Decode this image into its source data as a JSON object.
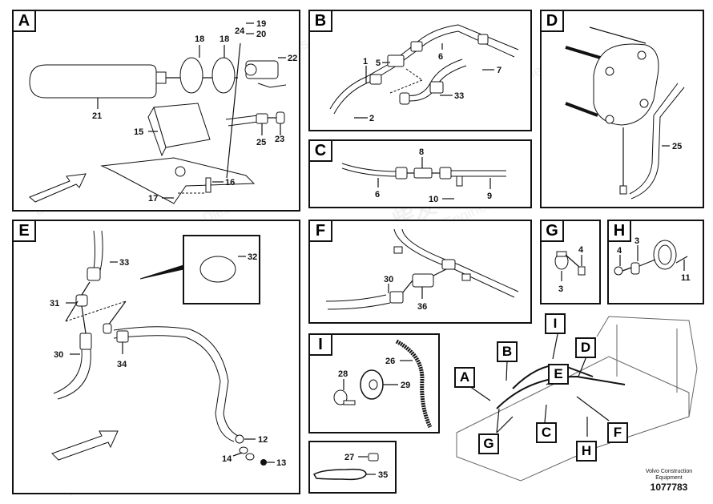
{
  "watermark": {
    "brand_cn": "柴发动力",
    "brand_en": "Diesel-Engines"
  },
  "panels": {
    "A": {
      "label": "A",
      "callouts": [
        "21",
        "18",
        "18",
        "24",
        "19",
        "20",
        "22",
        "15",
        "25",
        "23",
        "16",
        "17"
      ]
    },
    "B": {
      "label": "B",
      "callouts": [
        "1",
        "5",
        "6",
        "7",
        "33",
        "2"
      ]
    },
    "C": {
      "label": "C",
      "callouts": [
        "8",
        "6",
        "10",
        "9"
      ]
    },
    "D": {
      "label": "D",
      "callouts": [
        "25"
      ]
    },
    "E": {
      "label": "E",
      "callouts": [
        "33",
        "32",
        "31",
        "30",
        "34",
        "12",
        "14",
        "13"
      ]
    },
    "F": {
      "label": "F",
      "callouts": [
        "30",
        "36"
      ]
    },
    "G": {
      "label": "G",
      "callouts": [
        "4",
        "3"
      ]
    },
    "H": {
      "label": "H",
      "callouts": [
        "3",
        "4",
        "11"
      ]
    },
    "I": {
      "label": "I",
      "callouts": [
        "28",
        "26",
        "29"
      ]
    },
    "kit": {
      "callouts": [
        "27",
        "35"
      ]
    }
  },
  "overview": {
    "markers": [
      "I",
      "B",
      "D",
      "A",
      "E",
      "C",
      "F",
      "G",
      "H"
    ]
  },
  "credit": {
    "line1": "Volvo Construction",
    "line2": "Equipment",
    "id": "1077783"
  }
}
